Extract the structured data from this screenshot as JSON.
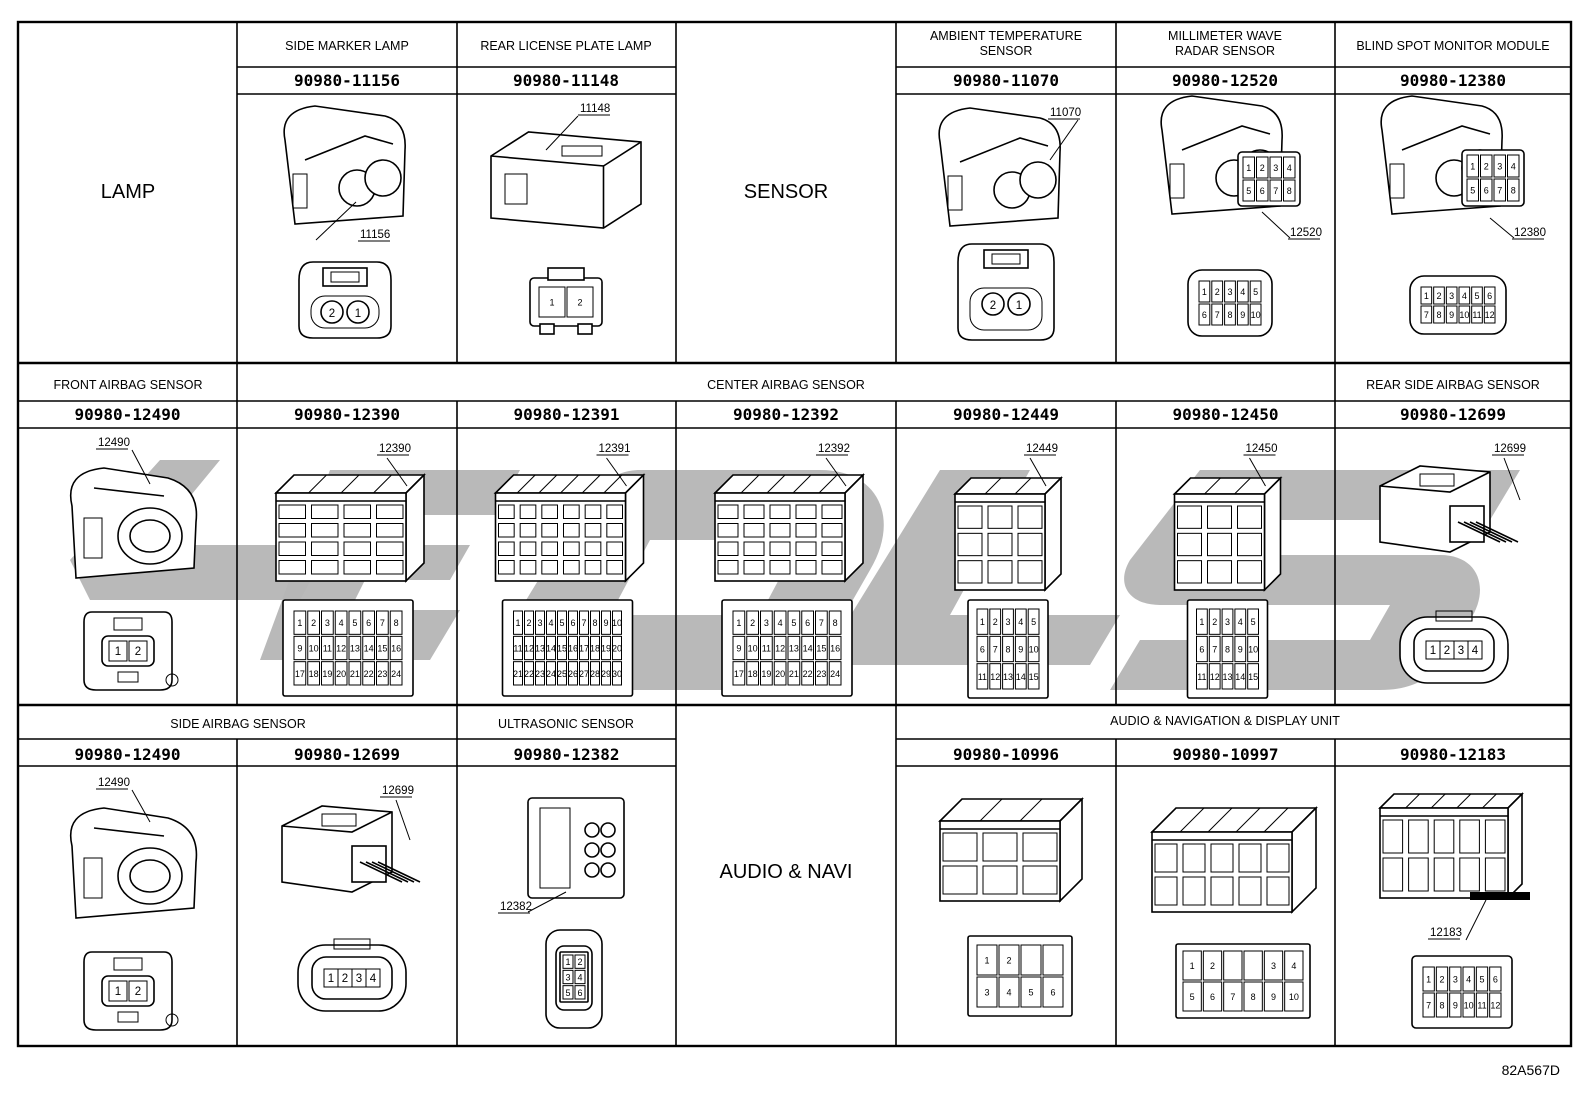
{
  "sheet": {
    "reference": "82A567D",
    "watermark_text": "LEOLS"
  },
  "sections": [
    {
      "title": "LAMP",
      "categories": [
        "SIDE MARKER LAMP",
        "REAR LICENSE PLATE LAMP"
      ],
      "connectors": [
        {
          "part_no": "90980-11156",
          "tag": "11156",
          "pins": [
            "2",
            "1"
          ]
        },
        {
          "part_no": "90980-11148",
          "tag": "11148",
          "pins": [
            "1",
            "2"
          ]
        }
      ]
    },
    {
      "title": "SENSOR",
      "categories": [
        "AMBIENT TEMPERATURE SENSOR",
        "MILLIMETER WAVE RADAR SENSOR",
        "BLIND SPOT MONITOR MODULE"
      ],
      "connectors": [
        {
          "part_no": "90980-11070",
          "tag": "11070",
          "pins": [
            "2",
            "1"
          ]
        },
        {
          "part_no": "90980-12520",
          "tag": "12520",
          "pins": [
            "1",
            "2",
            "3",
            "4",
            "5",
            "6",
            "7",
            "8",
            "9",
            "10"
          ]
        },
        {
          "part_no": "90980-12380",
          "tag": "12380",
          "pins": [
            "1",
            "2",
            "3",
            "4",
            "5",
            "6",
            "7",
            "8",
            "9",
            "10",
            "11",
            "12"
          ]
        }
      ]
    },
    {
      "title": "AIRBAG",
      "categories": [
        "FRONT AIRBAG SENSOR",
        "CENTER AIRBAG SENSOR",
        "REAR SIDE AIRBAG SENSOR"
      ],
      "connectors": [
        {
          "part_no": "90980-12490",
          "tag": "12490",
          "pins": [
            "1",
            "2"
          ]
        },
        {
          "part_no": "90980-12390",
          "tag": "12390",
          "pins": [
            "1",
            "2",
            "3",
            "4",
            "5",
            "6",
            "7",
            "8",
            "9",
            "10",
            "11",
            "12",
            "13",
            "14",
            "15",
            "16",
            "17",
            "18",
            "19",
            "20",
            "21",
            "22",
            "23",
            "24"
          ]
        },
        {
          "part_no": "90980-12391",
          "tag": "12391",
          "pins": [
            "1",
            "2",
            "3",
            "4",
            "5",
            "6",
            "7",
            "8",
            "9",
            "10",
            "11",
            "12",
            "13",
            "14",
            "15",
            "16",
            "17",
            "18",
            "19",
            "20",
            "21",
            "22",
            "23",
            "24",
            "25",
            "26",
            "27",
            "28",
            "29",
            "30"
          ]
        },
        {
          "part_no": "90980-12392",
          "tag": "12392",
          "pins": [
            "1",
            "2",
            "3",
            "4",
            "5",
            "6",
            "7",
            "8",
            "9",
            "10",
            "11",
            "12",
            "13",
            "14",
            "15",
            "16",
            "17",
            "18",
            "19",
            "20",
            "21",
            "22",
            "23",
            "24"
          ]
        },
        {
          "part_no": "90980-12449",
          "tag": "12449",
          "pins": [
            "1",
            "2",
            "3",
            "4",
            "5",
            "6",
            "7",
            "8",
            "9",
            "10",
            "11",
            "12",
            "13",
            "14",
            "15"
          ]
        },
        {
          "part_no": "90980-12450",
          "tag": "12450",
          "pins": [
            "1",
            "2",
            "3",
            "4",
            "5",
            "6",
            "7",
            "8",
            "9",
            "10",
            "11",
            "12",
            "13",
            "14",
            "15"
          ]
        },
        {
          "part_no": "90980-12699",
          "tag": "12699",
          "pins": [
            "1",
            "2",
            "3",
            "4"
          ]
        }
      ]
    },
    {
      "title": "AUDIO & NAVI",
      "categories": [
        "SIDE AIRBAG SENSOR",
        "ULTRASONIC SENSOR",
        "AUDIO & NAVIGATION & DISPLAY UNIT"
      ],
      "connectors": [
        {
          "part_no": "90980-12490",
          "tag": "12490",
          "pins": [
            "1",
            "2"
          ]
        },
        {
          "part_no": "90980-12699",
          "tag": "12699",
          "pins": [
            "1",
            "2",
            "3",
            "4"
          ]
        },
        {
          "part_no": "90980-12382",
          "tag": "12382",
          "pins": [
            "1",
            "2",
            "3",
            "4",
            "5",
            "6"
          ]
        },
        {
          "part_no": "90980-10996",
          "tag": "",
          "pins": [
            "1",
            "2",
            "3",
            "4",
            "5",
            "6"
          ]
        },
        {
          "part_no": "90980-10997",
          "tag": "",
          "pins": [
            "1",
            "2",
            "3",
            "4",
            "5",
            "6",
            "7",
            "8",
            "9",
            "10"
          ]
        },
        {
          "part_no": "90980-12183",
          "tag": "12183",
          "pins": [
            "1",
            "2",
            "3",
            "4",
            "5",
            "6",
            "7",
            "8",
            "9",
            "10",
            "11",
            "12"
          ]
        }
      ]
    }
  ]
}
